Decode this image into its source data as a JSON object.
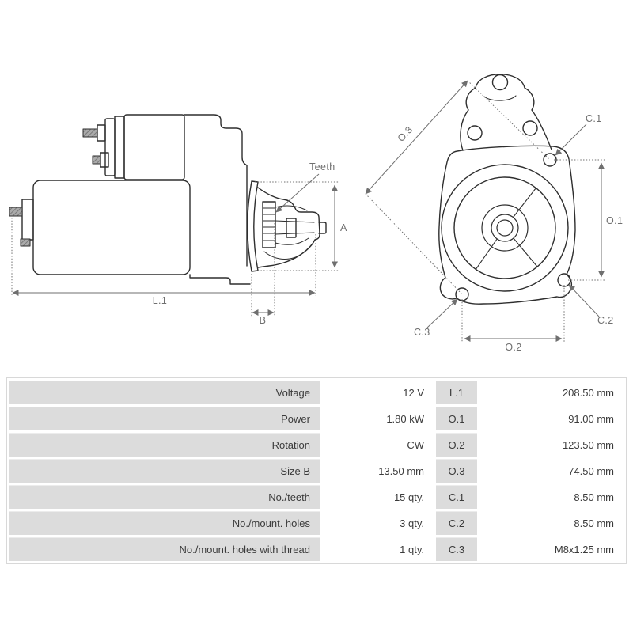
{
  "diagram": {
    "side_view": {
      "labels": {
        "length": "L.1",
        "width_b": "B",
        "height_a": "A",
        "teeth": "Teeth"
      }
    },
    "front_view": {
      "labels": {
        "o1": "O.1",
        "o2": "O.2",
        "o3": "O.3",
        "c1": "C.1",
        "c2": "C.2",
        "c3": "C.3"
      }
    }
  },
  "table": {
    "rows": [
      {
        "spec_label": "Voltage",
        "spec_value": "12 V",
        "dim_label": "L.1",
        "dim_value": "208.50 mm"
      },
      {
        "spec_label": "Power",
        "spec_value": "1.80 kW",
        "dim_label": "O.1",
        "dim_value": "91.00 mm"
      },
      {
        "spec_label": "Rotation",
        "spec_value": "CW",
        "dim_label": "O.2",
        "dim_value": "123.50 mm"
      },
      {
        "spec_label": "Size B",
        "spec_value": "13.50 mm",
        "dim_label": "O.3",
        "dim_value": "74.50 mm"
      },
      {
        "spec_label": "No./teeth",
        "spec_value": "15 qty.",
        "dim_label": "C.1",
        "dim_value": "8.50 mm"
      },
      {
        "spec_label": "No./mount. holes",
        "spec_value": "3 qty.",
        "dim_label": "C.2",
        "dim_value": "8.50 mm"
      },
      {
        "spec_label": "No./mount. holes with thread",
        "spec_value": "1 qty.",
        "dim_label": "C.3",
        "dim_value": "M8x1.25 mm"
      }
    ]
  },
  "colors": {
    "outline": "#2e2e2e",
    "dimension": "#6f6f6f",
    "table_label_bg": "#dcdcdc",
    "table_text": "#3b3b3b"
  }
}
